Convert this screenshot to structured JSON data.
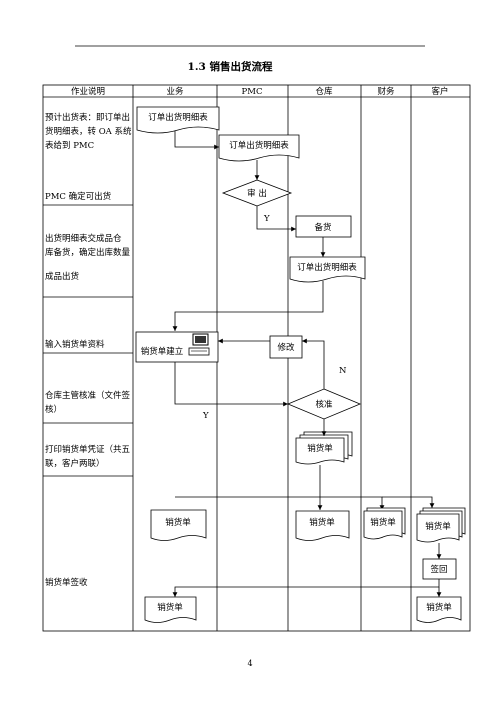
{
  "title": "1.3 销售出货流程",
  "page_number": "4",
  "columns": [
    "作业说明",
    "业务",
    "PMC",
    "仓库",
    "财务",
    "客户"
  ],
  "descriptions": {
    "d1": [
      "预计出货表：即订单出",
      "货明细表，转 OA 系统",
      "表给到 PMC"
    ],
    "d2": [
      "PMC 确定可出货"
    ],
    "d3": [
      "出货明细表交成品仓",
      "库备货，确定出库数量"
    ],
    "d4": [
      "成品出货"
    ],
    "d5": [
      "输入销货单资料"
    ],
    "d6": [
      "仓库主管核准（文件签",
      "核）"
    ],
    "d7": [
      "打印销货单凭证（共五",
      "联，客户两联）"
    ],
    "d8": [
      "销货单签收"
    ]
  },
  "nodes": {
    "order_detail_biz": "订单出货明细表",
    "order_detail_pmc": "订单出货明细表",
    "review_diamond": "审  出",
    "stock_prep": "备货",
    "order_detail_wh": "订单出货明细表",
    "sales_order_create": "销货单建立",
    "modify": "修改",
    "approve_diamond": "核准",
    "sales_order_print": "销货单",
    "sales_order_biz": "销货单",
    "sales_order_wh": "销货单",
    "sales_order_fin": "销货单",
    "sales_order_cust": "销货单",
    "sign_back": "签回",
    "sales_order_biz_final": "销货单",
    "sales_order_cust_final": "销货单"
  },
  "edge_labels": {
    "review_yes": "Y",
    "approve_no": "N",
    "approve_yes": "Y"
  },
  "icons": {
    "computer": "computer-icon"
  }
}
